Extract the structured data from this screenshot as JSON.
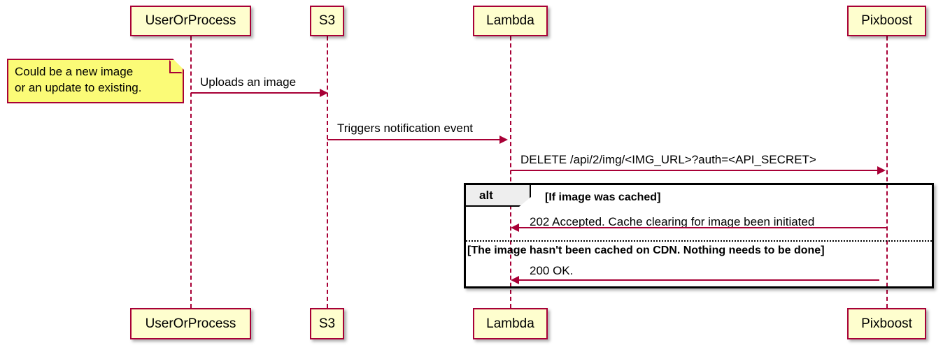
{
  "diagram": {
    "type": "uml-sequence-diagram",
    "colors": {
      "participant_fill": "#FEFECE",
      "participant_border": "#A80036",
      "note_fill": "#FBFB77",
      "arrow": "#A80036",
      "fragment_border": "#000000",
      "fragment_tab_fill": "#EEEEEE"
    },
    "participants": [
      {
        "name": "UserOrProcess",
        "label": "UserOrProcess"
      },
      {
        "name": "S3",
        "label": "S3"
      },
      {
        "name": "Lambda",
        "label": "Lambda"
      },
      {
        "name": "Pixboost",
        "label": "Pixboost"
      }
    ],
    "notes": [
      {
        "target": "UserOrProcess",
        "line1": "Could be a new image",
        "line2": "or an update to existing."
      }
    ],
    "messages": [
      {
        "from": "UserOrProcess",
        "to": "S3",
        "label": "Uploads an image",
        "direction": "right",
        "style": "solid"
      },
      {
        "from": "S3",
        "to": "Lambda",
        "label": "Triggers notification event",
        "direction": "right",
        "style": "solid"
      },
      {
        "from": "Lambda",
        "to": "Pixboost",
        "label": "DELETE /api/2/img/<IMG_URL>?auth=<API_SECRET>",
        "direction": "right",
        "style": "solid"
      },
      {
        "from": "Pixboost",
        "to": "Lambda",
        "label": "202 Accepted. Cache clearing for image been initiated",
        "direction": "left",
        "style": "solid"
      },
      {
        "from": "Pixboost",
        "to": "Lambda",
        "label": "200 OK.",
        "direction": "left",
        "style": "solid"
      }
    ],
    "fragment": {
      "operator": "alt",
      "guards": [
        "[If image was cached]",
        "[The image hasn't been cached on CDN. Nothing needs to be done]"
      ]
    }
  }
}
